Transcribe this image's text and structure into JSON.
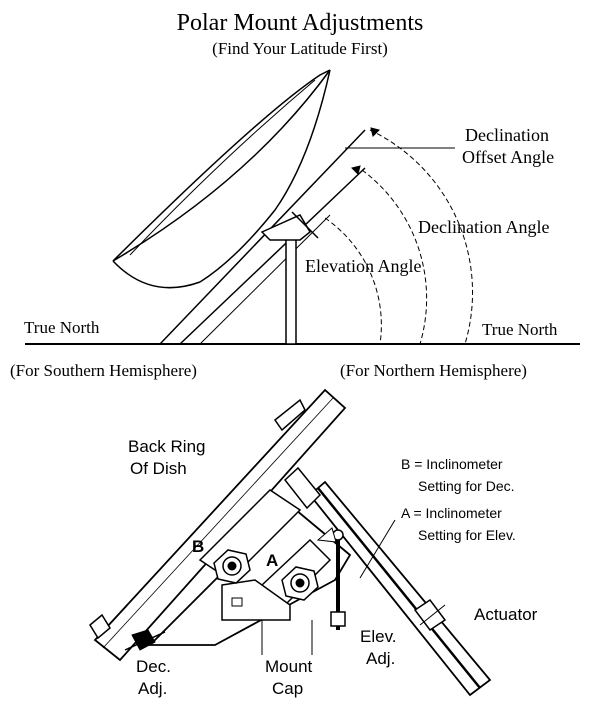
{
  "title": "Polar Mount Adjustments",
  "subtitle": "(Find Your Latitude First)",
  "top": {
    "declination_offset_line1": "Declination",
    "declination_offset_line2": "Offset Angle",
    "declination_angle": "Declination Angle",
    "elevation_angle": "Elevation Angle",
    "true_north_left": "True North",
    "true_north_right": "True North",
    "southern": "(For Southern Hemisphere)",
    "northern": "(For Northern Hemisphere)"
  },
  "bottom": {
    "back_ring_line1": "Back Ring",
    "back_ring_line2": "Of Dish",
    "legend_b_line1": "B = Inclinometer",
    "legend_b_line2": "Setting for Dec.",
    "legend_a_line1": "A = Inclinometer",
    "legend_a_line2": "Setting for Elev.",
    "marker_b": "B",
    "marker_a": "A",
    "actuator": "Actuator",
    "elev_adj_line1": "Elev.",
    "elev_adj_line2": "Adj.",
    "mount_cap_line1": "Mount",
    "mount_cap_line2": "Cap",
    "dec_adj_line1": "Dec.",
    "dec_adj_line2": "Adj."
  }
}
